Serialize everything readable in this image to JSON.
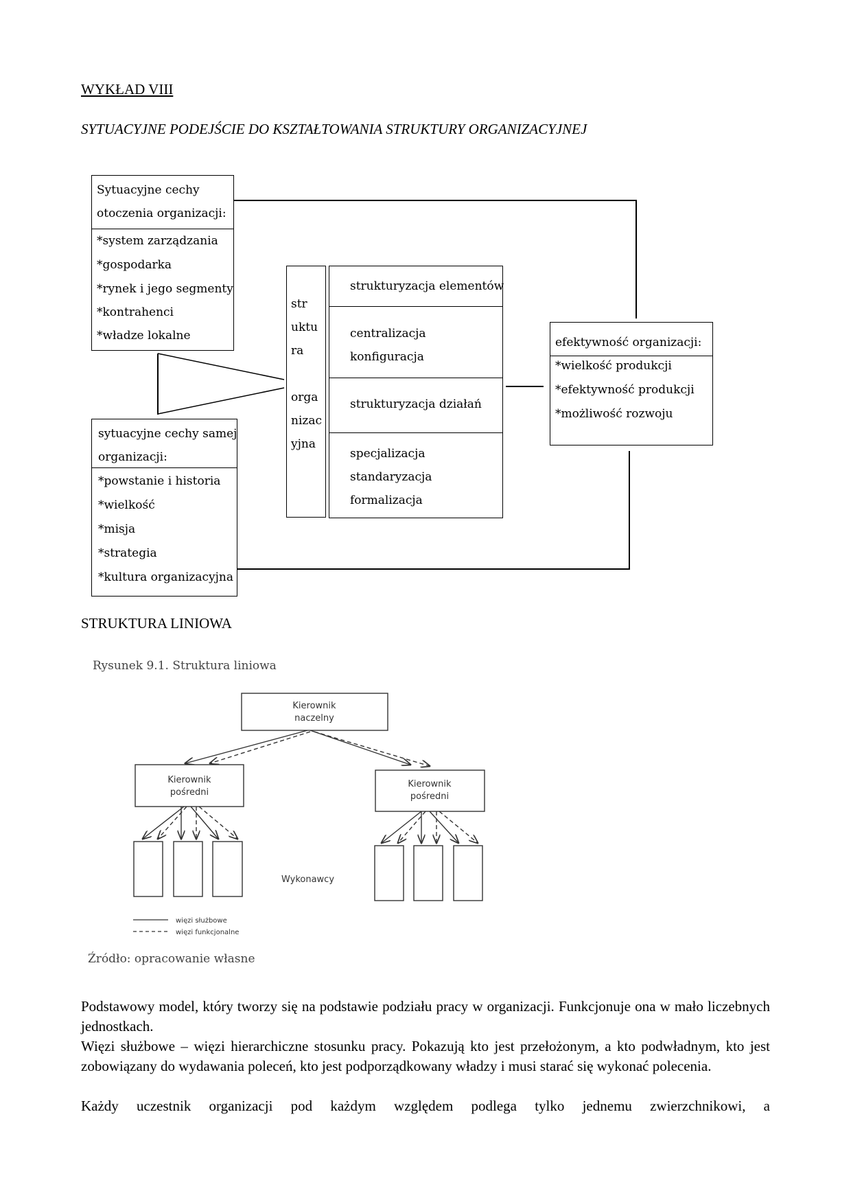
{
  "header": {
    "lecture_title": "WYKŁAD VIII",
    "subtitle": "SYTUACYJNE PODEJŚCIE DO KSZTAŁTOWANIA STRUKTURY ORGANIZACYJNEJ"
  },
  "diagram1": {
    "env_box": {
      "title": [
        "Sytuacyjne cechy",
        "otoczenia organizacji:"
      ],
      "items": [
        "*system zarządzania",
        "*gospodarka",
        "*rynek i jego segmenty",
        "*kontrahenci",
        "*władze lokalne"
      ]
    },
    "org_box": {
      "title": [
        "sytuacyjne cechy samej",
        "organizacji:"
      ],
      "items": [
        "*powstanie i historia",
        "*wielkość",
        "*misja",
        "*strategia",
        "*kultura organizacyjna"
      ]
    },
    "structure_label_top": [
      "str",
      "uktu",
      "ra"
    ],
    "structure_label_bottom": [
      "orga",
      "nizac",
      "yjna"
    ],
    "dimensions": [
      [
        "strukturyzacja elementów"
      ],
      [
        "centralizacja",
        "konfiguracja"
      ],
      [
        "strukturyzacja działań"
      ],
      [
        "specjalizacja",
        "standaryzacja",
        "formalizacja"
      ]
    ],
    "efficiency_box": {
      "title": "efektywność organizacji:",
      "items": [
        "*wielkość produkcji",
        "*efektywność produkcji",
        "*możliwość rozwoju"
      ]
    }
  },
  "section2": {
    "heading": "STRUKTURA LINIOWA",
    "figure_caption": "Rysunek 9.1. Struktura liniowa",
    "top_node": [
      "Kierownik",
      "naczelny"
    ],
    "mid_node_left": [
      "Kierownik",
      "pośredni"
    ],
    "mid_node_right": [
      "Kierownik",
      "pośredni"
    ],
    "executors_label": "Wykonawcy",
    "legend": {
      "solid": "więzi służbowe",
      "dashed": "więzi funkcjonalne"
    },
    "source": "Źródło: opracowanie własne"
  },
  "body": {
    "p1": "Podstawowy model, który tworzy się na podstawie podziału pracy w organizacji. Funkcjonuje ona w mało liczebnych jednostkach.",
    "p2": "Więzi służbowe – więzi hierarchiczne stosunku pracy. Pokazują kto jest przełożonym, a kto podwładnym, kto jest zobowiązany do wydawania poleceń, kto jest podporządkowany władzy i musi starać się wykonać polecenia.",
    "p3": "Każdy uczestnik organizacji pod każdym względem podlega tylko jednemu zwierzchnikowi, a"
  }
}
